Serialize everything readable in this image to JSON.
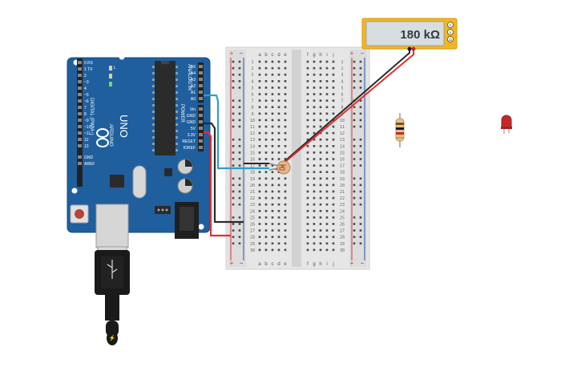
{
  "board": {
    "brand": "UNO",
    "vendor": "ARDUINO",
    "digital_header_label": "DIGITAL (PWM~)",
    "analog_header_label": "ANALOG IN",
    "power_header_label": "POWER",
    "led_labels": [
      "L",
      "TX",
      "RX"
    ],
    "aref_label": "AREF",
    "gnd_label": "GND",
    "on_label": "ON",
    "digital_pins": [
      "0 RX",
      "1 TX",
      "2",
      "~3",
      "4",
      "~5",
      "~6",
      "7",
      "8",
      "~9",
      "~10",
      "~11",
      "12",
      "13"
    ],
    "analog_pins": [
      "A5",
      "A4",
      "A3",
      "A2",
      "A1",
      "A0"
    ],
    "power_pins": [
      "Vin",
      "GND",
      "GND",
      "5V",
      "3.3V",
      "RESET",
      "IOREF"
    ]
  },
  "multimeter": {
    "reading": "180 kΩ",
    "mode_buttons": [
      "A",
      "V",
      "Ω"
    ]
  },
  "breadboard": {
    "column_letters_left": [
      "a",
      "b",
      "c",
      "d",
      "e"
    ],
    "column_letters_right": [
      "f",
      "g",
      "h",
      "i",
      "j"
    ],
    "rail_plus": "+",
    "rail_minus": "−",
    "row_count": 30
  },
  "components": {
    "photoresistor": "photoresistor",
    "resistor": "resistor",
    "led": "led"
  },
  "colors": {
    "board_blue": "#1f5f9e",
    "wire_red": "#e03030",
    "wire_black": "#2a2a2a",
    "wire_blue": "#2aa0c8",
    "meter_yellow": "#f2b524",
    "led_red": "#c62828"
  }
}
